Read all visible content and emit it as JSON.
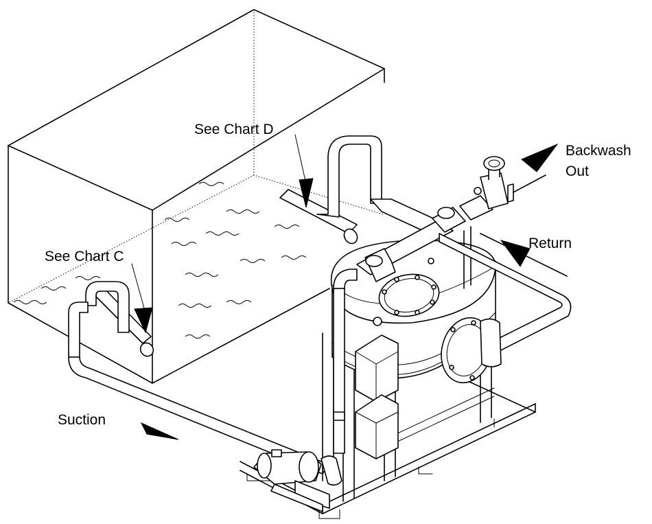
{
  "labels": {
    "chart_d": "See Chart D",
    "chart_c": "See Chart C",
    "backwash_line1": "Backwash",
    "backwash_line2": "Out",
    "return": "Return",
    "suction": "Suction"
  }
}
